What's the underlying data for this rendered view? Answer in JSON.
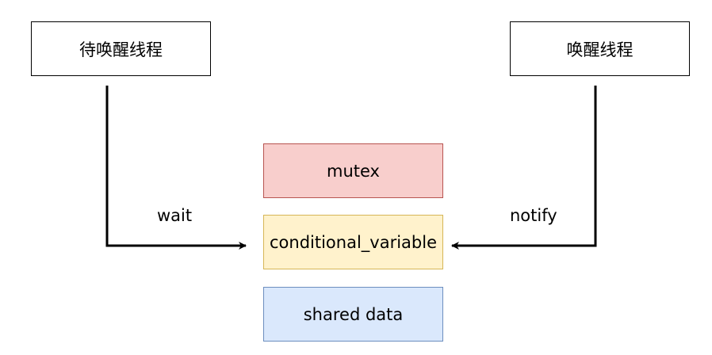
{
  "nodes": {
    "waiting_thread": "待唤醒线程",
    "waking_thread": "唤醒线程",
    "mutex": "mutex",
    "conditional_variable": "conditional_variable",
    "shared_data": "shared data"
  },
  "edges": {
    "wait_label": "wait",
    "notify_label": "notify"
  },
  "colors": {
    "mutex_fill": "#f8cecc",
    "mutex_stroke": "#b85450",
    "cv_fill": "#fff2cc",
    "cv_stroke": "#d6b656",
    "shared_fill": "#dae8fc",
    "shared_stroke": "#6c8ebf"
  }
}
